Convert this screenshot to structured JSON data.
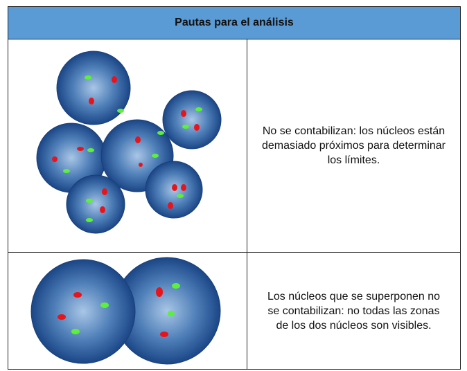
{
  "table": {
    "header": "Pautas para el análisis",
    "rows": [
      {
        "text": "No se contabilizan: los núcleos están demasiado próximos para determinar los límites."
      },
      {
        "text": "Los núcleos que se superponen no se contabilizan: no todas las zonas de los dos núcleos son visibles."
      }
    ]
  },
  "colors": {
    "header_bg": "#5b9bd5",
    "nucleus_center": "#8fb3d9",
    "nucleus_edge": "#1f4e8f",
    "red_spot": "#e8141c",
    "green_spot": "#5cf03a"
  }
}
